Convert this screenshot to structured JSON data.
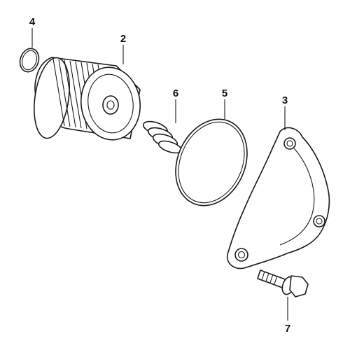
{
  "callouts": [
    {
      "id": "p4",
      "label": "4"
    },
    {
      "id": "p2",
      "label": "2"
    },
    {
      "id": "p6",
      "label": "6"
    },
    {
      "id": "p5",
      "label": "5"
    },
    {
      "id": "p3",
      "label": "3"
    },
    {
      "id": "p7",
      "label": "7"
    }
  ]
}
